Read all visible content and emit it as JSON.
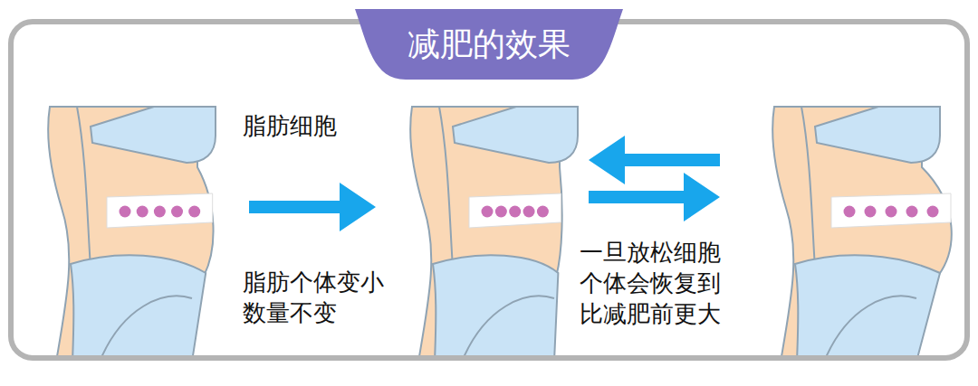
{
  "diagram": {
    "title": "减肥的效果",
    "labels": [
      "脂肪细胞",
      "脂肪个体变小 数量不变",
      "一旦放松细胞 个体会恢复到 比减肥前更大"
    ]
  }
}
